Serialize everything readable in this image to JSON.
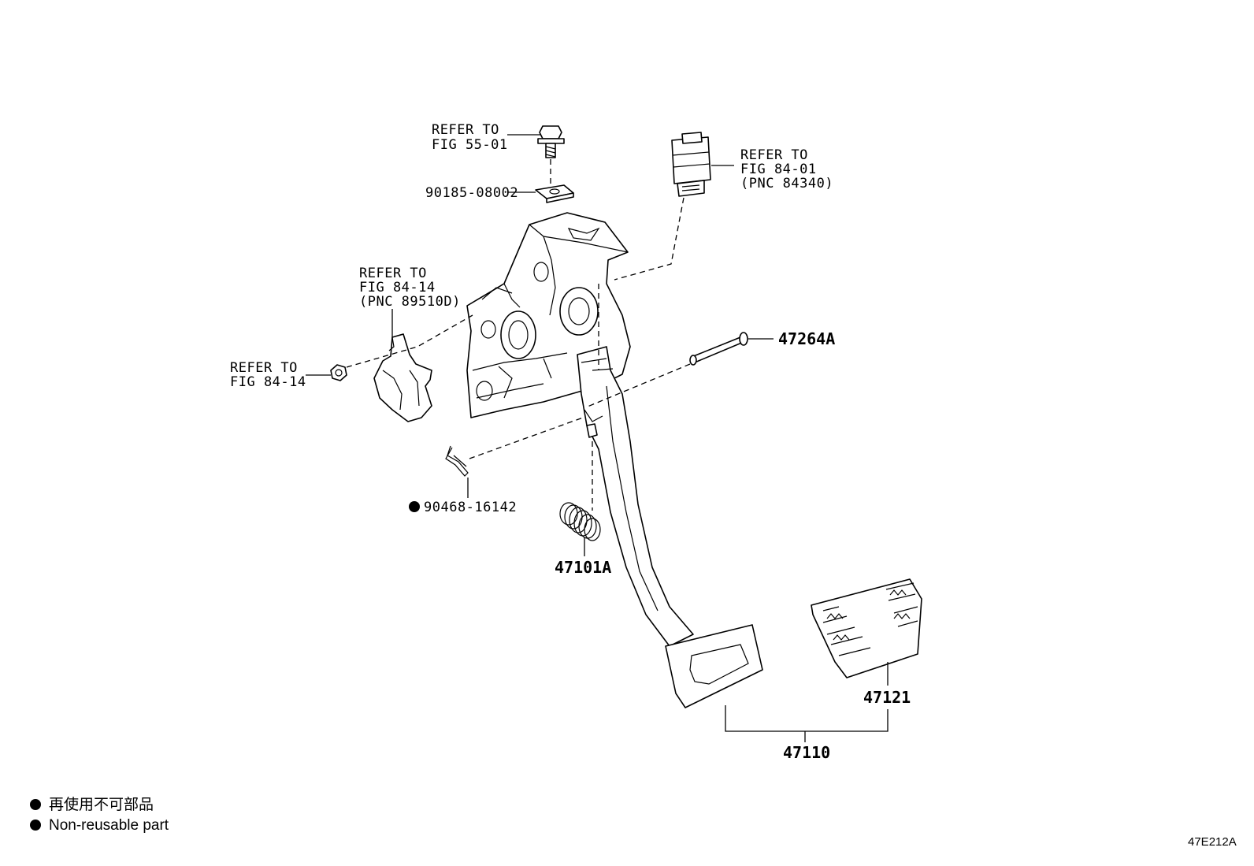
{
  "diagram": {
    "references": [
      {
        "lines": [
          "REFER TO",
          "FIG 55-01"
        ]
      },
      {
        "lines": [
          "REFER TO",
          "FIG 84-01",
          "(PNC 84340)"
        ]
      },
      {
        "lines": [
          "REFER TO",
          "FIG 84-14",
          "(PNC 89510D)"
        ]
      },
      {
        "lines": [
          "REFER TO",
          "FIG 84-14"
        ]
      }
    ],
    "part_numbers": {
      "clip_nut": "90185-08002",
      "pin": "47264A",
      "cotter_pin": "90468-16142",
      "spring": "47101A",
      "pad": "47121",
      "pedal_assy": "47110"
    },
    "non_reusable_parts": [
      "90468-16142"
    ],
    "legend": {
      "line_jp": "再使用不可部品",
      "line_en": "Non-reusable part"
    },
    "figure_code": "47E212A"
  }
}
